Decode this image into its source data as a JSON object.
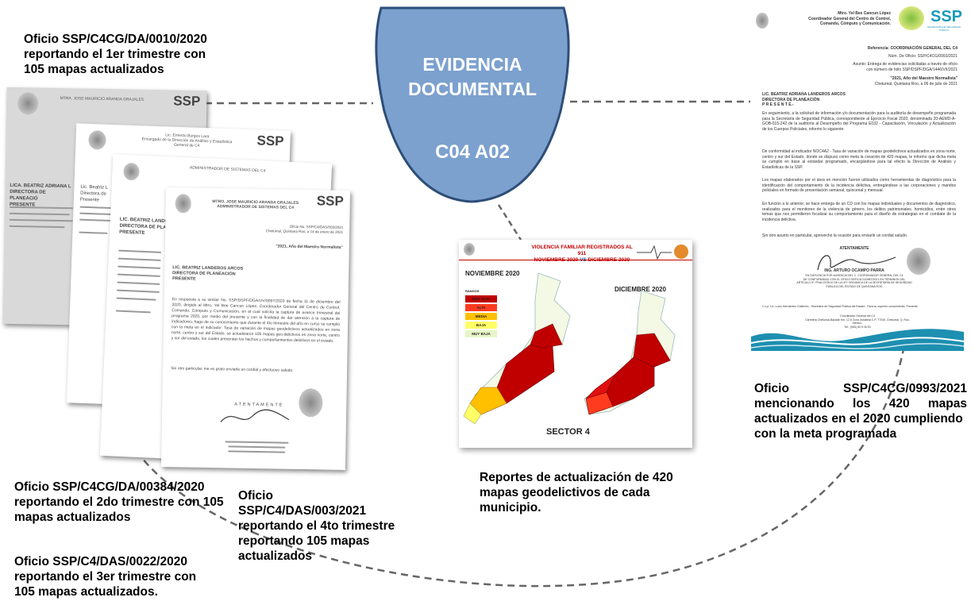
{
  "center": {
    "title_line1": "EVIDENCIA",
    "title_line2": "DOCUMENTAL",
    "code": "C04 A02",
    "fill": "#7ca1ce",
    "stroke": "#2d4e78"
  },
  "captions": {
    "top_left": "Oficio  SSP/C4CG/DA/0010/2020\nreportando el 1er trimestre con\n105 mapas actualizados",
    "bottom_left_1": "Oficio SSP/C4CG/DA/00384/2020\nreportando el 2do trimestre con 105\nmapas actualizados",
    "bottom_left_2": "Oficio SSP/C4/DAS/0022/2020\nreportando el 3er trimestre con\n105 mapas actualizados.",
    "bottom_mid": "Oficio\nSSP/C4/DAS/003/2021\nreportando el 4to trimestre\nreportando 105 mapas\nactualizados",
    "map_caption": "Reportes de actualización de 420\nmapas geodelictivos de cada\nmunicipio.",
    "right_line1a": "Oficio",
    "right_line1b": "SSP/C4CG/0993/2021",
    "right_line2a": "mencionando",
    "right_line2b": "los",
    "right_line2c": "420",
    "right_line2d": "mapas",
    "right_line3": "actualizados en el 2020 cumpliendo",
    "right_line4": "con la meta programada"
  },
  "documents": {
    "ssp_logo": "SSP",
    "doc1_header": "MTRA. JOSE MAURICIO ARANDA GRAJALES",
    "doc1_addressee": "LICA. BEATRIZ ADRIANA L\nDIRECTORA DE PLANEACIÓ\nPRESENTE",
    "doc2_header": "Lic. Ernesto Burgos Lara\nEncargado de la Dirección de Análisis y Estadística\nGeneral de C4",
    "doc2_addressee": "Lic. Beatriz L\nDirectora de\nPresente",
    "doc3_header": "ADMINISTRADOR DE SISTEMAS DEL C4",
    "doc3_addressee": "LIC. BEATRIZ LANDE\nDIRECTORA DE PLANE\nPRESENTE",
    "doc4_header": "MTRO. JOSE MAURICIO ARANDA GRAJALES\nADMINISTRADOR DE SISTEMAS DEL C4",
    "doc4_ref": "Oficio No. SSP/C4/DAS/003/2021\nChetumal, Quintana Roo, a 14 de enero de 2021",
    "doc4_year": "\"2021, Año del Maestro Normalista\"",
    "doc4_addressee": "LIC. BEATRIZ LANDEROS ARCOS\nDIRECTORA DE PLANEACIÓN\nPRESENTE",
    "doc4_body": "En respuesta a su similar No. SSP/DSPF/DGA/UV/0097/2020 de fecha 11 de diciembre del 2020, dirigido al Mtro. Yel Bee Cancun López, Coordinador General del Centro de Control, Comando, Cómputo y Comunicación, en el cual solicita la captura de avance trimestral del programa 2020, por medio del presente y con la finalidad de dar atención a la captura de indicadores, hago de su conocimiento que durante el 4to trimestre del año en curso se cumplió con la meta en el indicador. Tasa de variación de mapas geodelictivos actualizados en zona norte, centro y sur del Estado, se actualizaron 105 mapas geo-delictivos en zona norte, centro y sur del estado, los cuales presentan los hechos y comportamientos delictivos en el estado.",
    "doc4_closing": "Sin otro particular, me es grato enviarle un cordial y afectuoso saludo.",
    "doc4_atentamente": "ATENTAMENTE"
  },
  "letter": {
    "sender": "Mtro. Yel Bee Cancun López\nCoordinador General del Centro de Control,\nComando, Cómputo y Comunicación.",
    "ssp_logo": "SSP",
    "ssp_sub": "SECRETARÍA DE SEGURIDAD PÚBLICA",
    "reference": "Referencia: COORDINACIÓN GENERAL DEL C4",
    "oficio_no": "Núm. De Oficio: SSP/C4CG/0993/2021",
    "asunto": "Asunto: Entrega de evidencias solicitadas a través de oficio con número de folio SSP/DSPF/DGA/1446/VII/2021",
    "year_phrase": "\"2021, Año del Maestro Normalista\"",
    "date": "Chetumal, Quintana Roo, a 06 de julio de 2021",
    "addressee": "LIC. BEATRIZ ADRIANA LANDEROS ARCOS\nDIRECTORA DE PLANEACIÓN\nP R E S E N T E.-",
    "p1": "En seguimiento, a la solicitud de información y/o documentación para la auditoría de desempeño programada para la Secretaría de Seguridad Pública, correspondiente al Ejercicio Fiscal 2020, denominada 20-AEMD-A-GOB-015-242 de la auditoría al Desempeño del Programa E032 - Capacitación, Vinculación y Actualización de los Cuerpos Policiales, informo lo siguiente:",
    "p2": "De conformidad al indicador NOC4A2 - Tasa de variación de mapas geodelictivos actualizados en zona norte, centro y sur del Estado, donde se dispuso como meta la creación de 420 mapas, le informo que dicha meta se cumplió en base al estándar programado, encargándose para tal efecto la Dirección de Análisis y Estadísticas de la SSP.",
    "p3": "Los mapas elaborados por el área en mención fueron utilizados como herramientas de diagnóstico para la identificación del comportamiento de la incidencia delictiva, entregándose a las corporaciones y mandos policiales en formato de presentación semanal, quincenal y mensual.",
    "p4": "En función a lo anterior, se hace entrega de un CD con los mapas individuales y documentos de diagnóstico, realizados para el monitoreo de la violencia de género, los delitos patrimoniales, homicidios, entre otros temas que nos permitieron focalizar su comportamiento para el diseño de estrategias en el combate de la incidencia delictiva.",
    "p5": "Sin otro asunto en particular, aprovecho la ocasión para enviarle un cordial saludo.",
    "atentamente": "ATENTAMENTE",
    "signer": "ING. ARTURO OCAMPO PARRA",
    "signer_note": "EN SUPLENCIA POR AUSENCIA DEL C. COORDINADOR GENERAL DEL C4\nDE CONFORMIDAD CON EL OFICIO SSP/C4CG/0987/2021 EN TÉRMINOS DEL\nARTÍCULO 9º, FRACCIÓN III DE LA LEY ORGÁNICA DE LA SECRETARÍA DE SEGURIDAD\nPÚBLICA DEL ESTADO DE QUINTANA ROO",
    "ccp": "C.c.p. Lic. Lucio Hernández Gutiérrez.- Secretario de Seguridad Pública del Estado.- Para su superior conocimiento. Presente.",
    "footer": "Coordinador General del C4\nCarretera Chetumal-Bacalar Km. 12.5 Zona Industrial C.P. 77049, Chetumal, Q. Roo, México.\nTel.: (983) 83 5 06 53"
  },
  "map_slide": {
    "title": "VIOLENCIA FAMILIAR REGISTRADOS AL 911",
    "subtitle_a": "NOVIEMBRE 2020",
    "subtitle_vs": "VS",
    "subtitle_b": "DICIEMBRE 2020",
    "left_label": "NOVIEMBRE 2020",
    "right_label": "DICIEMBRE 2020",
    "legend_title": "RANGOS",
    "legend": [
      {
        "label": "MUY ALTA",
        "color": "#c00000"
      },
      {
        "label": "ALTA",
        "color": "#ff3b1f"
      },
      {
        "label": "MEDIA",
        "color": "#ffc000"
      },
      {
        "label": "BAJA",
        "color": "#ffff66"
      },
      {
        "label": "MUY BAJA",
        "color": "#e7f5c8"
      }
    ],
    "sector": "SECTOR 4"
  }
}
